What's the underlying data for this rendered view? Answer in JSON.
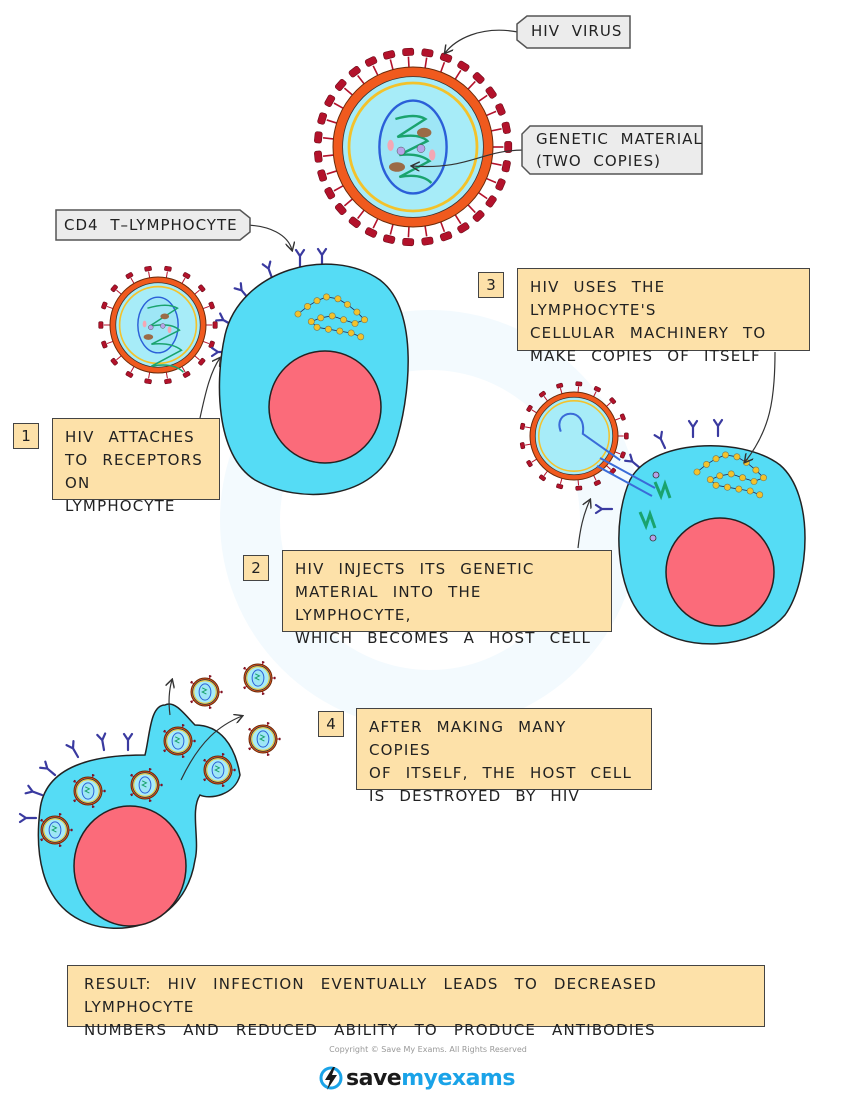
{
  "labels": {
    "hiv_virus": "HIV  VIRUS",
    "genetic_material": [
      "GENETIC  MATERIAL",
      "(TWO  COPIES)"
    ],
    "cd4": "CD4  T–LYMPHOCYTE"
  },
  "steps": [
    {
      "number": "1",
      "lines": [
        "HIV  ATTACHES",
        "TO  RECEPTORS",
        "ON  LYMPHOCYTE"
      ]
    },
    {
      "number": "2",
      "lines": [
        "HIV  INJECTS  ITS  GENETIC",
        "MATERIAL  INTO  THE  LYMPHOCYTE,",
        "WHICH  BECOMES  A  HOST  CELL"
      ]
    },
    {
      "number": "3",
      "lines": [
        "HIV  USES  THE  LYMPHOCYTE'S",
        "CELLULAR  MACHINERY  TO",
        "MAKE  COPIES  OF  ITSELF"
      ]
    },
    {
      "number": "4",
      "lines": [
        "AFTER  MAKING  MANY  COPIES",
        "OF  ITSELF,  THE  HOST  CELL",
        "IS  DESTROYED  BY  HIV"
      ]
    }
  ],
  "result": [
    "RESULT:  HIV  INFECTION  EVENTUALLY  LEADS  TO  DECREASED  LYMPHOCYTE",
    "NUMBERS  AND  REDUCED  ABILITY  TO  PRODUCE  ANTIBODIES"
  ],
  "footer": {
    "copyright": "Copyright © Save My Exams. All Rights Reserved",
    "logo_save": "save",
    "logo_my": "my",
    "logo_exams": "exams",
    "logo_icon": "lightning-bolt-icon"
  },
  "colors": {
    "cytoplasm": "#55dcf5",
    "nucleus": "#fb6b7a",
    "capsule_outer": "#f05a1e",
    "capsule_inner": "#a7ecf8",
    "matrix_ring": "#f3c22b",
    "spike": "#b3122b",
    "receptor": "#3a3aa0",
    "rna": "#1aa36e",
    "box_fill": "#fde1a9",
    "tag_fill": "#ececec",
    "brand": "#1aa3e8"
  }
}
